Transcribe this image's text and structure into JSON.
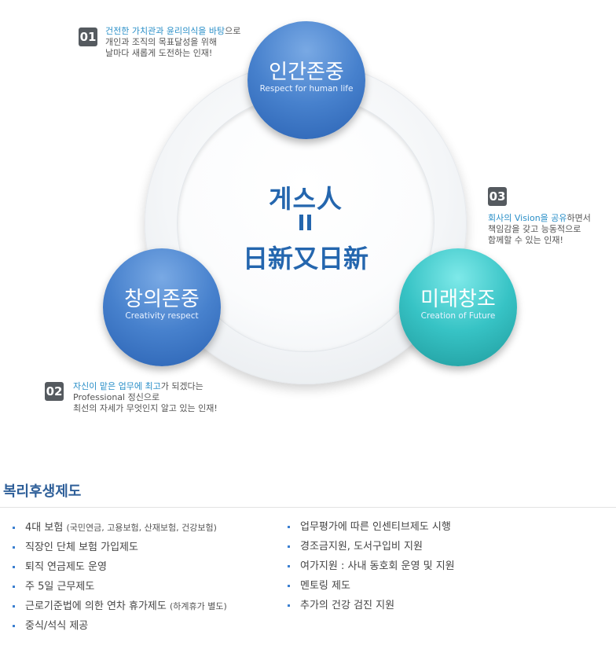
{
  "core": {
    "line1": "게스人",
    "line2": "日新又日新"
  },
  "circles": [
    {
      "title": "인간존중",
      "subtitle": "Respect for human life"
    },
    {
      "title": "창의존중",
      "subtitle": "Creativity respect"
    },
    {
      "title": "미래창조",
      "subtitle": "Creation of Future"
    }
  ],
  "items": [
    {
      "number": "01",
      "highlight": "건전한 가치관과 윤리의식을 바탕",
      "rest": "으로",
      "line2": "개인과 조직의 목표달성을 위해",
      "line3": "날마다 새롭게 도전하는 인재!"
    },
    {
      "number": "02",
      "highlight": "자신이 맡은 업무에 최고",
      "rest": "가 되겠다는",
      "line2": "Professional 정신으로",
      "line3": "최선의 자세가 무엇인지 알고 있는 인재!"
    },
    {
      "number": "03",
      "highlight": "회사의 Vision을 공유",
      "rest": "하면서",
      "line2": "책임감을 갖고 능동적으로",
      "line3": "함께할 수 있는 인재!"
    }
  ],
  "welfare": {
    "title": "복리후생제도",
    "left": [
      {
        "text": "4대 보험",
        "note": "(국민연금, 고용보험, 산재보험, 건강보험)"
      },
      {
        "text": "직장인 단체 보험 가입제도",
        "note": ""
      },
      {
        "text": "퇴직 연금제도 운영",
        "note": ""
      },
      {
        "text": "주 5일 근무제도",
        "note": ""
      },
      {
        "text": "근로기준법에 의한 연차 휴가제도",
        "note": "(하계휴가 별도)"
      },
      {
        "text": "중식/석식 제공",
        "note": ""
      }
    ],
    "right": [
      {
        "text": "업무평가에 따른 인센티브제도 시행"
      },
      {
        "text": "경조금지원, 도서구입비 지원"
      },
      {
        "text": "여가지원 : 사내 동호회 운영 및 지원"
      },
      {
        "text": "멘토링 제도"
      },
      {
        "text": "추가의 건강 검진 지원"
      }
    ]
  },
  "colors": {
    "blue_circle": "#4781cd",
    "teal_circle": "#37c3c5",
    "core_text": "#2466ae",
    "highlight": "#2a8fc8",
    "section_title": "#2e5f99"
  }
}
